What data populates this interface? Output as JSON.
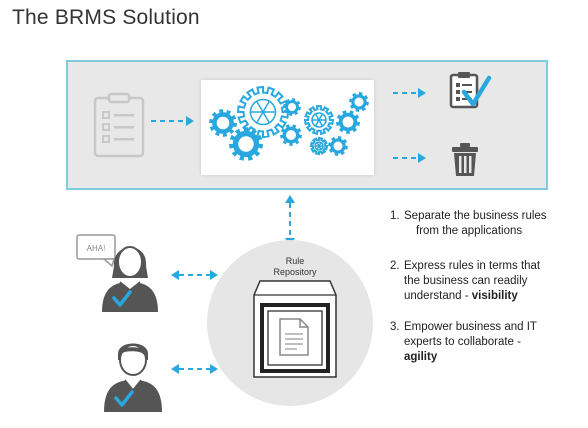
{
  "title": "The BRMS Solution",
  "diagram": {
    "rule_repository_label_line1": "Rule",
    "rule_repository_label_line2": "Repository",
    "speech_bubble": "AHA!",
    "accent_color": "#29a8df",
    "gray_icon_color": "#b5b5b5",
    "dark_icon_color": "#555555"
  },
  "points": [
    {
      "number": "1.",
      "line1": "Separate the business rules",
      "line2": "from the applications",
      "bold": ""
    },
    {
      "number": "2.",
      "line1": "Express rules in terms that",
      "line2": "the business can readily",
      "line3": "understand - ",
      "bold": "visibility"
    },
    {
      "number": "3.",
      "line1": "Empower business and IT",
      "line2": "experts to collaborate -",
      "line3": "",
      "bold": "agility"
    }
  ]
}
